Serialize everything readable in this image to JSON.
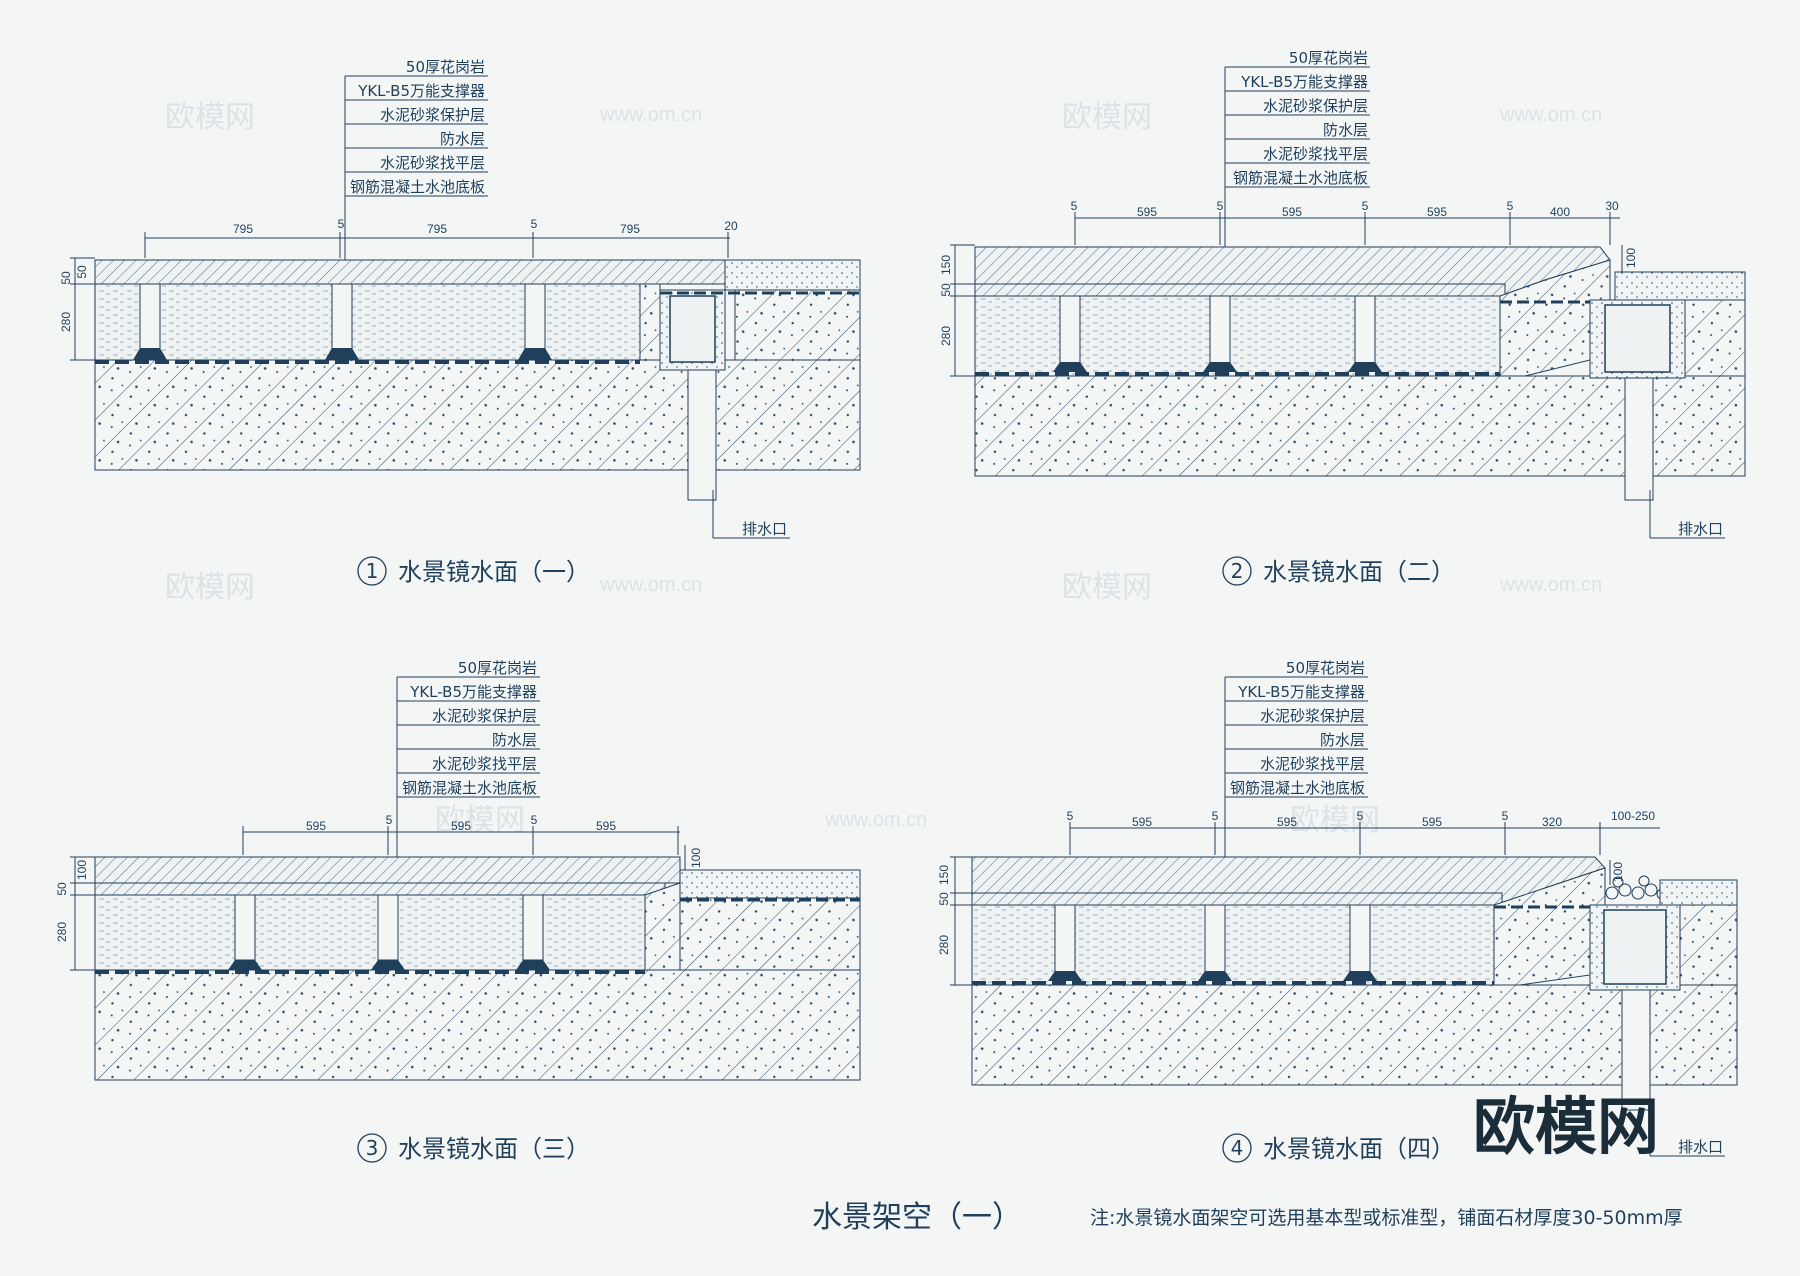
{
  "layer_labels": [
    "50厚花岗岩",
    "YKL-B5万能支撑器",
    "水泥砂浆保护层",
    "防水层",
    "水泥砂浆找平层",
    "钢筋混凝土水池底板"
  ],
  "drain_label": "排水口",
  "panels": [
    {
      "id": "1",
      "number": "1",
      "title": "水景镜水面（一）",
      "dims": [
        "795",
        "5",
        "795",
        "5",
        "795",
        "20"
      ],
      "vert_dims": [
        "50",
        "50",
        "280"
      ]
    },
    {
      "id": "2",
      "number": "2",
      "title": "水景镜水面（二）",
      "dims": [
        "5",
        "595",
        "5",
        "595",
        "5",
        "595",
        "5",
        "400",
        "30"
      ],
      "vert_dims": [
        "150",
        "50",
        "280",
        "100"
      ]
    },
    {
      "id": "3",
      "number": "3",
      "title": "水景镜水面（三）",
      "dims": [
        "595",
        "5",
        "595",
        "5",
        "595"
      ],
      "vert_dims": [
        "100",
        "50",
        "280",
        "100",
        "100"
      ]
    },
    {
      "id": "4",
      "number": "4",
      "title": "水景镜水面（四）",
      "dims": [
        "5",
        "595",
        "5",
        "595",
        "5",
        "595",
        "5",
        "320",
        "100-250"
      ],
      "vert_dims": [
        "150",
        "50",
        "280",
        "100"
      ]
    }
  ],
  "sheet_title": "水景架空（一）",
  "note": "注:水景镜水面架空可选用基本型或标准型，铺面石材厚度30-50mm厚",
  "watermark_text": "欧模网",
  "watermark_url": "www.om.cn",
  "logo_text": "欧模网",
  "colors": {
    "ink": "#1f3f5a",
    "hatch": "#2b4a66",
    "background": "#f4f6f6"
  }
}
